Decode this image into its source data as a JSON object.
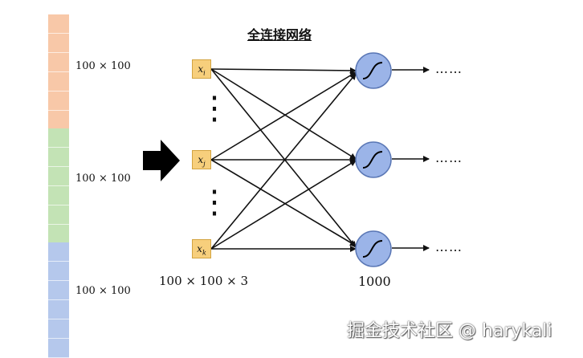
{
  "title": "全连接网络",
  "blocks": [
    {
      "label": "100 × 100",
      "color": "#f8c8a8"
    },
    {
      "label": "100 × 100",
      "color": "#c3e3b5"
    },
    {
      "label": "100 × 100",
      "color": "#b5c8ec"
    }
  ],
  "inputs": [
    {
      "var": "x",
      "sub": "i"
    },
    {
      "var": "x",
      "sub": "j"
    },
    {
      "var": "x",
      "sub": "k"
    }
  ],
  "input_size_label": "100 × 100 × 3",
  "output_size_label": "1000",
  "output_ellipsis": "……",
  "vertical_ellipsis": "⋮",
  "watermark": "掘金技术社区 @ harykali",
  "colors": {
    "neuron_fill": "#9bb4e8",
    "neuron_stroke": "#5a77b5",
    "node_fill": "#f7cf7c"
  }
}
